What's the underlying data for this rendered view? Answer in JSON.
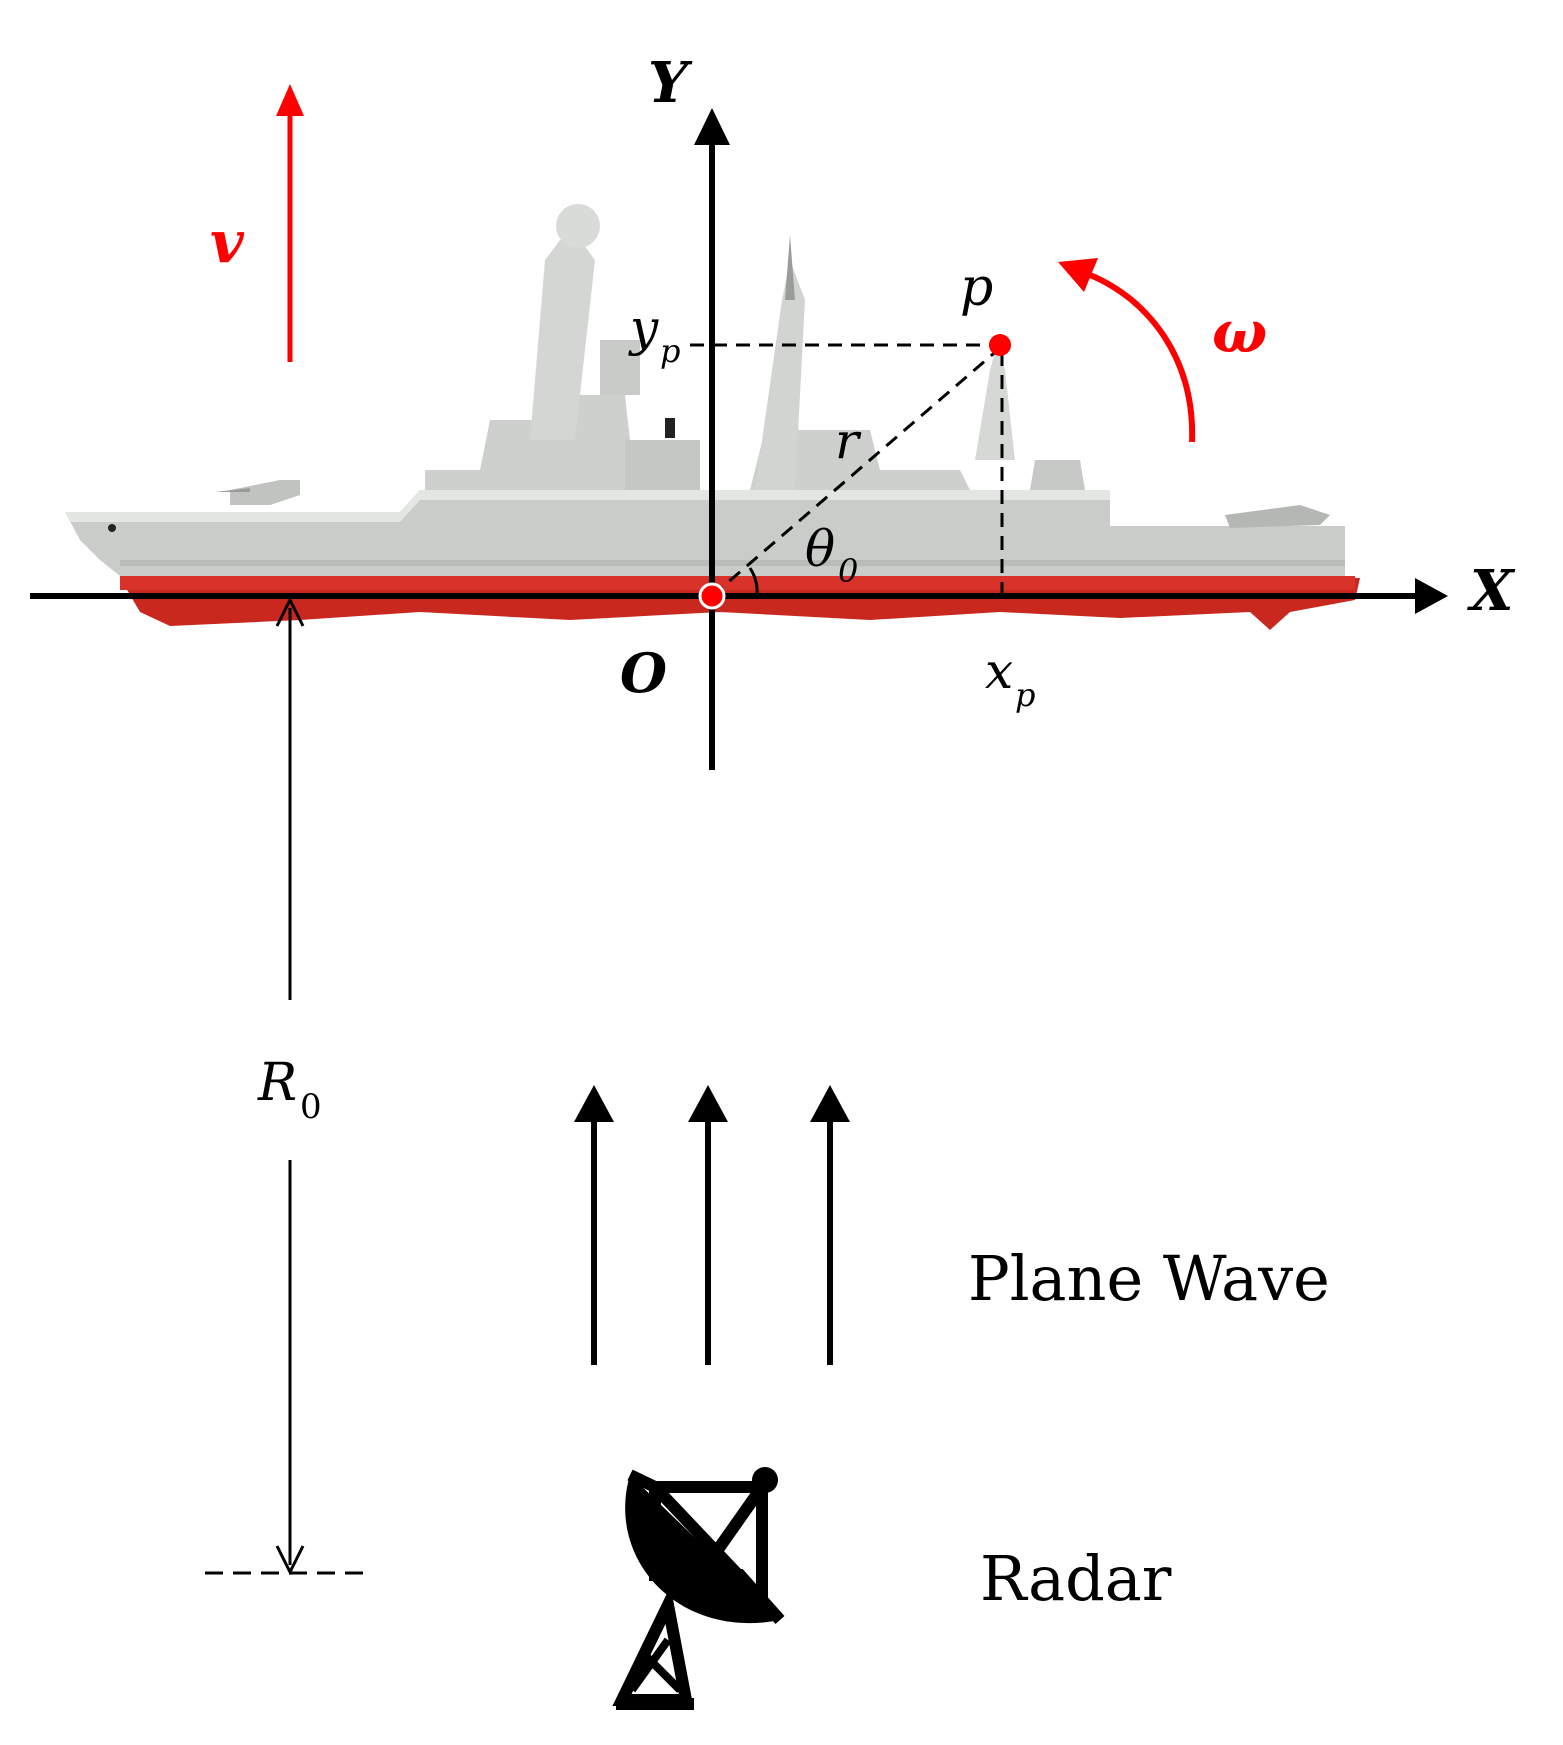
{
  "labels": {
    "y_axis": "Y",
    "x_axis": "X",
    "origin": "O",
    "velocity": "v",
    "angular_velocity": "ω",
    "point": "p",
    "yp_main": "y",
    "yp_sub": "p",
    "xp_main": "x",
    "xp_sub": "p",
    "radius": "r",
    "theta_main": "θ",
    "theta_sub": "0",
    "range_main": "R",
    "range_sub": "0",
    "plane_wave": "Plane Wave",
    "radar": "Radar"
  },
  "colors": {
    "axis": "#000000",
    "accent": "#ff0000",
    "hull_red": "#c8281e",
    "ship_grey": "#c9ccc9"
  },
  "icons": {
    "ship": "warship-side-view",
    "radar": "radar-dish-icon"
  }
}
